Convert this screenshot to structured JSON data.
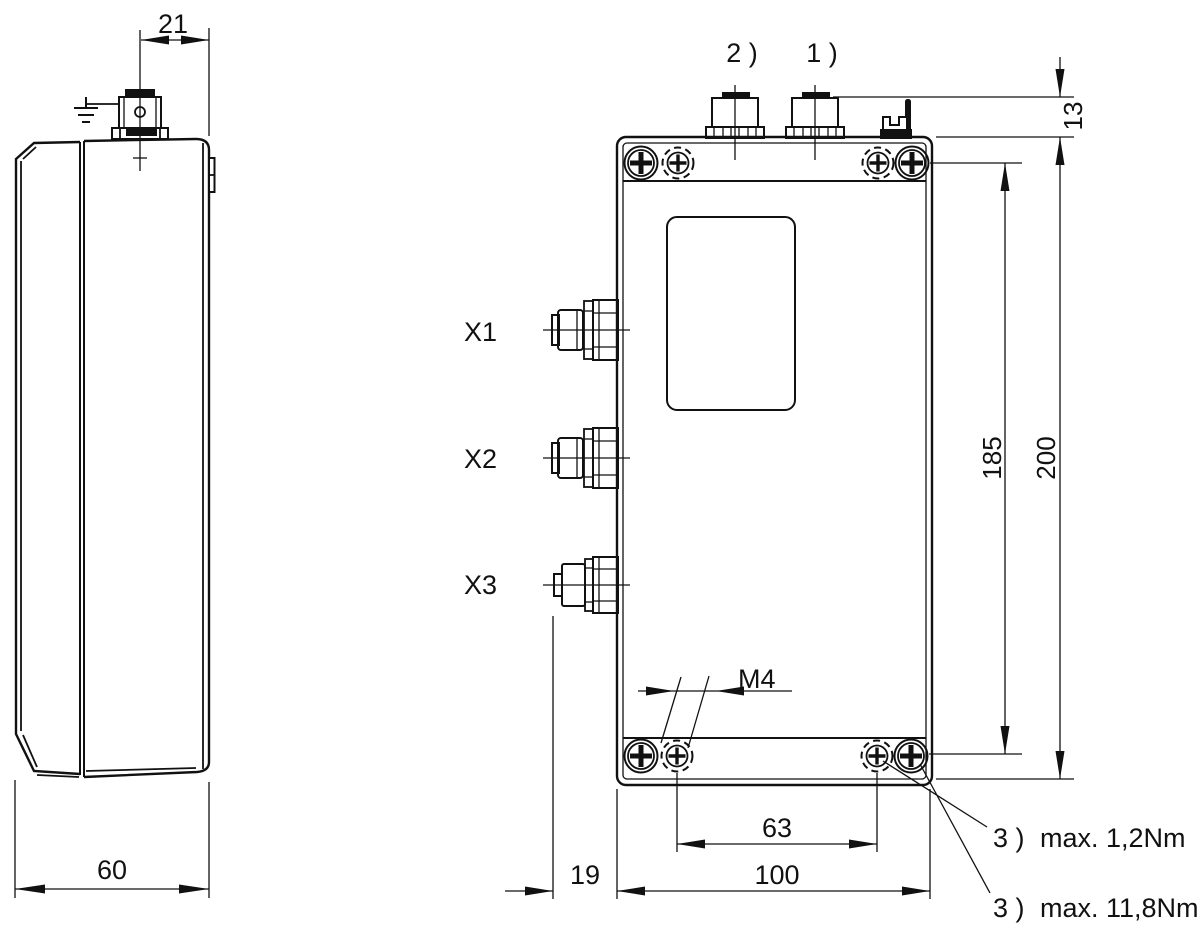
{
  "side_view": {
    "dims": {
      "connector_to_front": "21",
      "depth": "60"
    }
  },
  "front_view": {
    "connector_labels": {
      "second": "2 )",
      "first": "1 )"
    },
    "port_labels": {
      "x1": "X1",
      "x2": "X2",
      "x3": "X3"
    },
    "dims": {
      "connector_height": "13",
      "screw_span_vertical": "185",
      "height": "200",
      "screw_span_horizontal": "63",
      "width": "100",
      "gland_protrusion": "19",
      "screw_thread": "M4"
    },
    "notes": [
      {
        "ref": "3 )",
        "text": "max. 1,2Nm"
      },
      {
        "ref": "3 )",
        "text": "max. 11,8Nm"
      }
    ]
  },
  "colors": {
    "line": "#111111",
    "background": "#ffffff"
  }
}
